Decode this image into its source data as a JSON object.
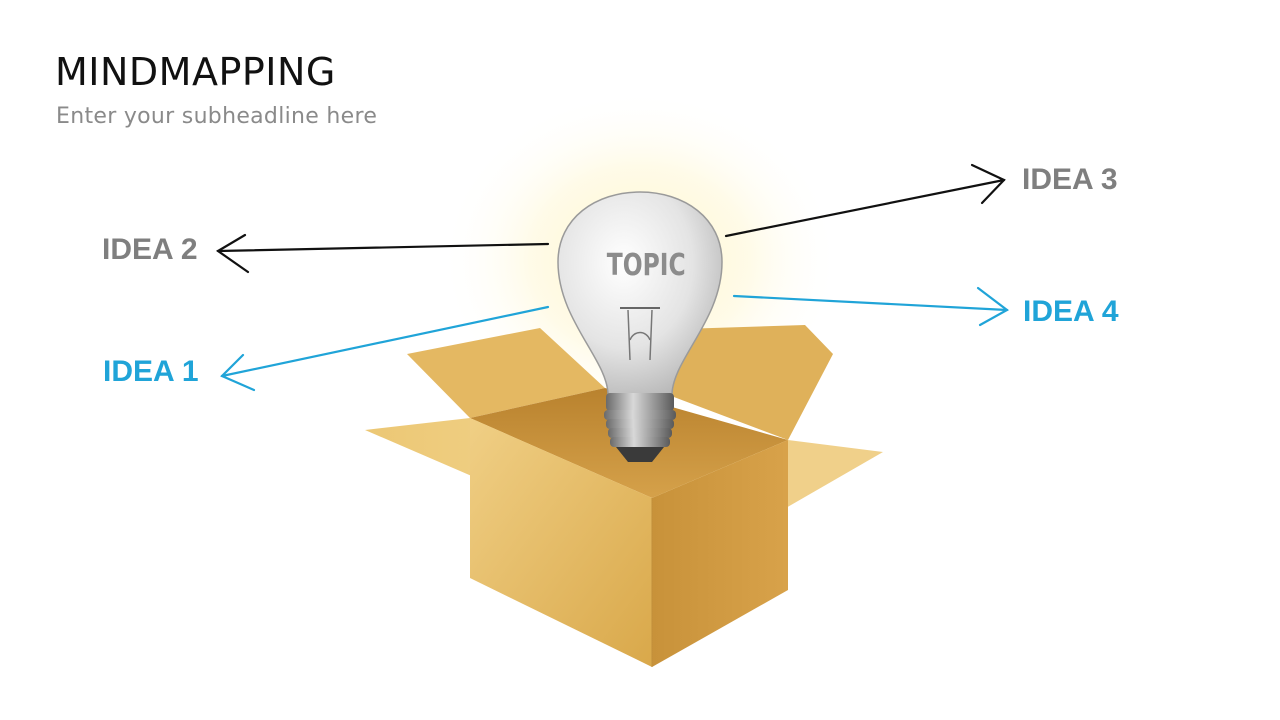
{
  "slide": {
    "title": "MINDMAPPING",
    "subtitle": "Enter your subheadline here"
  },
  "topic": {
    "label": "TOPIC"
  },
  "ideas": [
    {
      "id": "idea-1",
      "label": "IDEA 1",
      "color": "#20a4d8"
    },
    {
      "id": "idea-2",
      "label": "IDEA 2",
      "color": "#7f7f7f"
    },
    {
      "id": "idea-3",
      "label": "IDEA 3",
      "color": "#7f7f7f"
    },
    {
      "id": "idea-4",
      "label": "IDEA 4",
      "color": "#20a4d8"
    }
  ],
  "colors": {
    "arrow_dark": "#111111",
    "arrow_blue": "#20a4d8",
    "box": "#d9a84a",
    "bulb_glow": "#fff2b0"
  }
}
